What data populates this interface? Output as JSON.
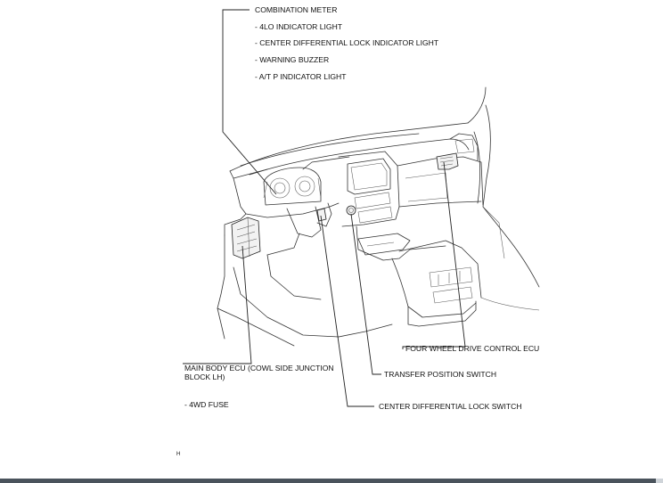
{
  "labels": {
    "combination_meter": "COMBINATION METER",
    "sub_4lo": "- 4LO INDICATOR LIGHT",
    "sub_cdl": "- CENTER DIFFERENTIAL LOCK INDICATOR LIGHT",
    "sub_buzzer": "- WARNING BUZZER",
    "sub_atp": "- A/T P INDICATOR LIGHT",
    "four_wd_ecu": "FOUR WHEEL DRIVE CONTROL ECU",
    "main_body_ecu_1": "MAIN BODY ECU (COWL SIDE JUNCTION",
    "main_body_ecu_2": "BLOCK LH)",
    "transfer_switch": "TRANSFER POSITION SWITCH",
    "fuse": "- 4WD FUSE",
    "cdl_switch": "CENTER DIFFERENTIAL LOCK SWITCH",
    "figure_code": "H"
  },
  "colors": {
    "footer_bar": "#4a535c",
    "line": "#222222"
  }
}
